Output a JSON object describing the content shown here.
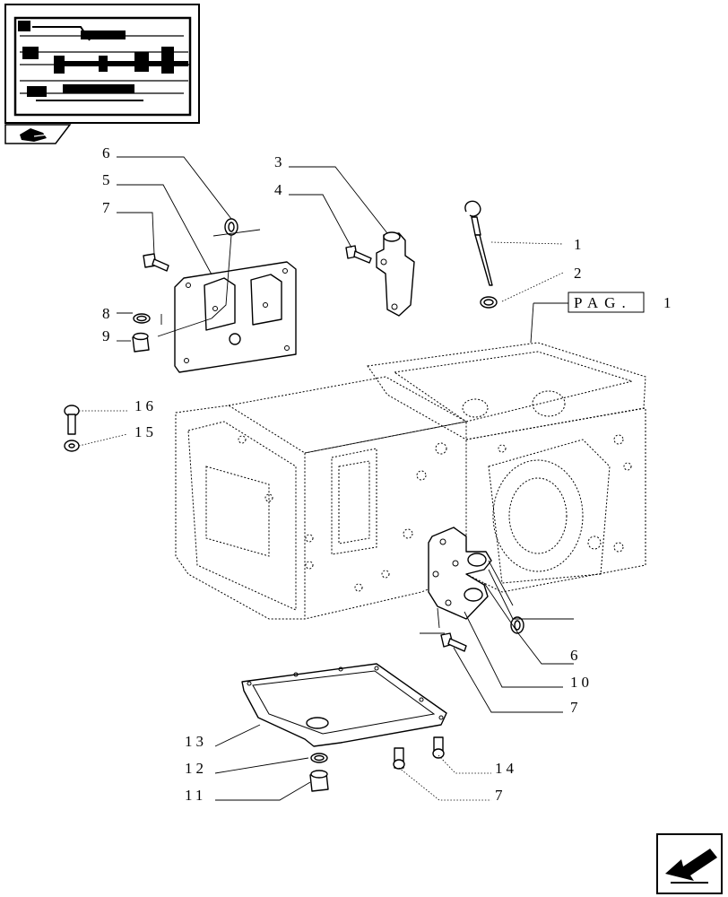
{
  "callouts": {
    "c1": "1",
    "c2": "2",
    "c3": "3",
    "c4": "4",
    "c5": "5",
    "c6_top": "6",
    "c6_bottom": "6",
    "c7_top": "7",
    "c7_mid": "7",
    "c7_bottom": "7",
    "c8": "8",
    "c9": "9",
    "c10": "10",
    "c11": "11",
    "c12": "12",
    "c13": "13",
    "c14": "14",
    "c15": "15",
    "c16": "16"
  },
  "page_reference": {
    "label": "PAG.",
    "number": "1"
  },
  "icons": {
    "thumbnail": "transmission-section-thumbnail-icon",
    "book": "book-reference-icon",
    "nav_arrow": "navigation-arrow-icon"
  }
}
